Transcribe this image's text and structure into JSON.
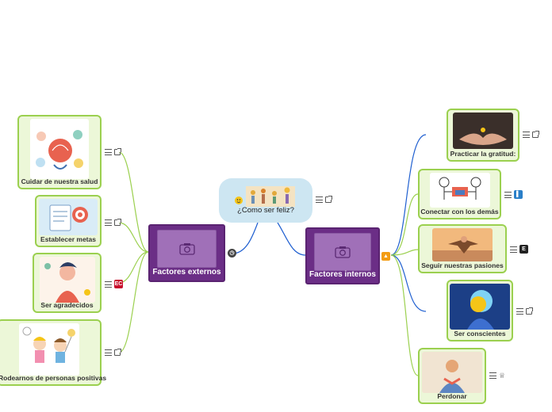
{
  "center": {
    "label": "¿Como ser feliz?"
  },
  "hubs": {
    "externos": {
      "label": "Factores externos"
    },
    "internos": {
      "label": "Factores internos"
    }
  },
  "left_leaves": [
    {
      "label": "Cuidar de nuestra salud"
    },
    {
      "label": "Establecer metas"
    },
    {
      "label": "Ser agradecidos"
    },
    {
      "label": "Rodearnos de personas positivas"
    }
  ],
  "right_leaves": [
    {
      "label": "Practicar la gratitud:"
    },
    {
      "label": "Conectar con los demás"
    },
    {
      "label": "Seguir nuestras pasiones"
    },
    {
      "label": "Ser conscientes"
    },
    {
      "label": "Perdonar"
    }
  ],
  "colors": {
    "leaf_border": "#9bd04f",
    "hub": "#6b2e86",
    "center": "#cde6f2",
    "left_links": "#9bd04f",
    "right_links": "#1f5fd0"
  }
}
